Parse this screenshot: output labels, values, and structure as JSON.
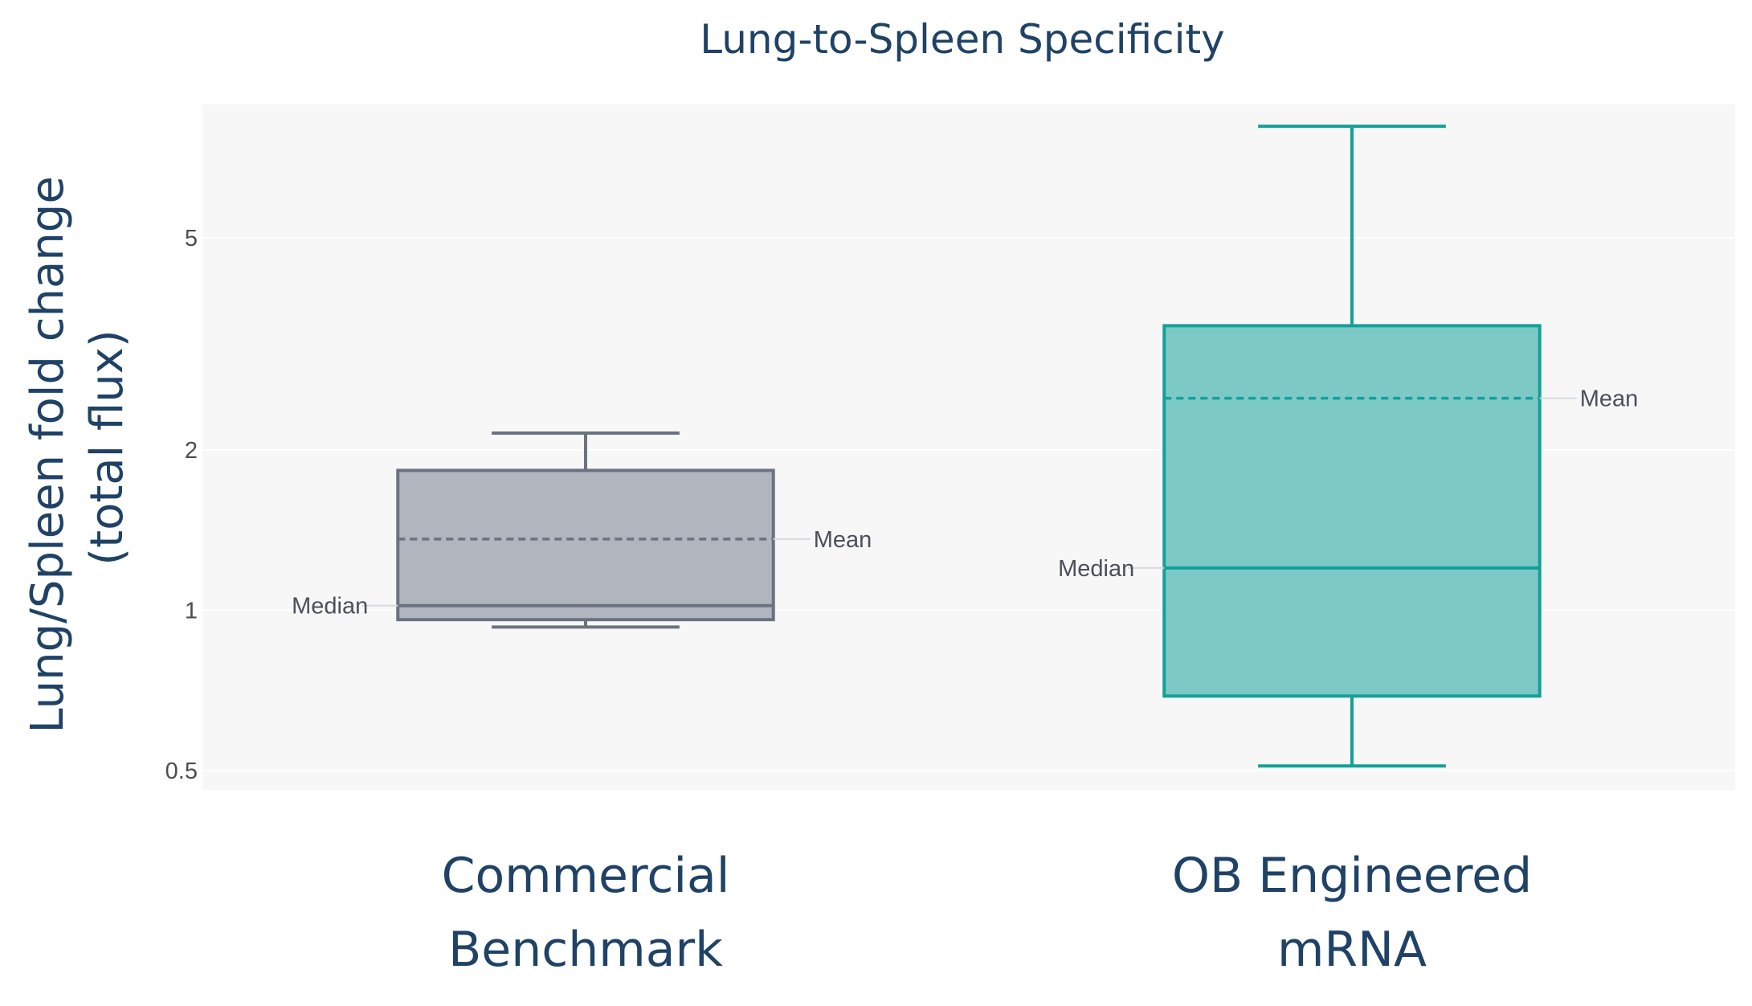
{
  "chart_data": {
    "type": "box",
    "title": "Lung-to-Spleen Specificity",
    "ylabel_lines": [
      "Lung/Spleen fold change",
      "(total flux)"
    ],
    "xlabel": "",
    "y_scale": "log",
    "ylim": [
      0.46,
      8.9
    ],
    "y_ticks": [
      0.5,
      1,
      2,
      5
    ],
    "y_tick_labels": [
      "0.5",
      "1",
      "2",
      "5"
    ],
    "grid": true,
    "categories": [
      {
        "label_lines": [
          "Commercial",
          "Benchmark"
        ]
      },
      {
        "label_lines": [
          "OB Engineered",
          "mRNA"
        ]
      }
    ],
    "boxes": [
      {
        "min": 0.93,
        "q1": 0.96,
        "median": 1.02,
        "q3": 1.83,
        "max": 2.15,
        "mean": 1.36,
        "fill": "#b0b5be",
        "stroke": "#6b7280",
        "median_label": "Median",
        "mean_label": "Mean"
      },
      {
        "min": 0.51,
        "q1": 0.69,
        "median": 1.2,
        "q3": 3.42,
        "max": 8.1,
        "mean": 2.5,
        "fill": "#7dc9c6",
        "stroke": "#14a098",
        "median_label": "Median",
        "mean_label": "Mean"
      }
    ],
    "colors": {
      "plot_bg": "#f7f7f7",
      "grid": "#ffffff",
      "text": "#1f4266"
    }
  }
}
